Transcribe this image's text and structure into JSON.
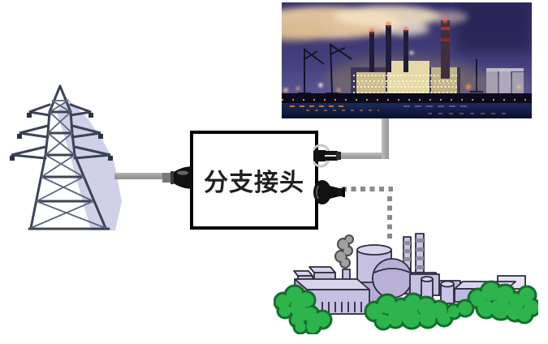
{
  "diagram": {
    "junction_box": {
      "label": "分支接头"
    },
    "nodes": [
      {
        "name": "transmission-tower",
        "kind": "clipart-illustration"
      },
      {
        "name": "thermal-power-plant-photo",
        "kind": "night-photo"
      },
      {
        "name": "nuclear-power-plant",
        "kind": "cartoon-illustration"
      }
    ],
    "connections": [
      {
        "from": "transmission-tower",
        "to": "junction-box",
        "style": "solid-gray-cable"
      },
      {
        "from": "junction-box",
        "to": "thermal-power-plant-photo",
        "style": "solid-gray-cable"
      },
      {
        "from": "junction-box",
        "to": "nuclear-power-plant",
        "style": "dotted-gray-cable"
      }
    ]
  },
  "colors": {
    "box_border": "#000000",
    "label_text": "#1f1f1f",
    "cable_gray": "#a3a3a3",
    "dotted_gray": "#8a8a8a",
    "connector_black": "#111111",
    "tower_steel": "#3c4454",
    "tower_shadow": "#cbcbe9",
    "bush_green": "#2db44d",
    "bush_outline": "#156d2c",
    "building_lavender": "#c7c0e2",
    "photo_sky": "#312c66",
    "photo_smoke": "#e7c9a0"
  }
}
